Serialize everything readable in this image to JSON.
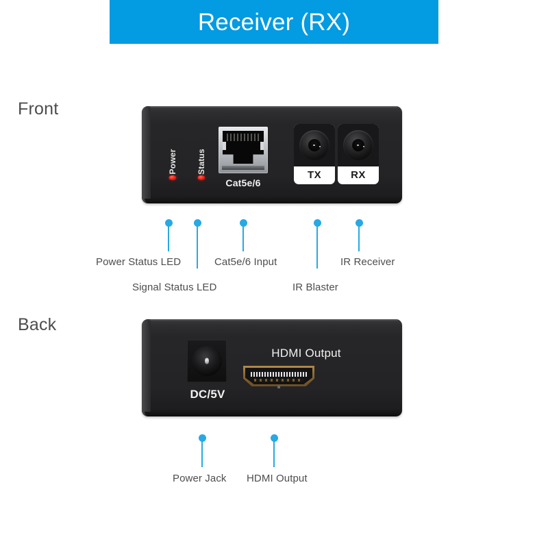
{
  "header": {
    "title": "Receiver (RX)",
    "banner_color": "#039BE2"
  },
  "accent_color": "#27A9E3",
  "sections": {
    "front_label": "Front",
    "back_label": "Back"
  },
  "front_panel": {
    "leds": [
      {
        "name": "power",
        "label": "Power",
        "color": "#f12418"
      },
      {
        "name": "status",
        "label": "Status",
        "color": "#f12418"
      }
    ],
    "rj45_caption": "Cat5e/6",
    "ir_jacks": [
      {
        "name": "tx",
        "label": "TX"
      },
      {
        "name": "rx",
        "label": "RX"
      }
    ]
  },
  "back_panel": {
    "dc_caption": "DC/5V",
    "hdmi_caption": "HDMI Output"
  },
  "front_callouts": [
    {
      "name": "power-status-led",
      "label": "Power Status LED"
    },
    {
      "name": "signal-status-led",
      "label": "Signal Status LED"
    },
    {
      "name": "cat5e-input",
      "label": "Cat5e/6 Input"
    },
    {
      "name": "ir-blaster",
      "label": "IR Blaster"
    },
    {
      "name": "ir-receiver",
      "label": "IR Receiver"
    }
  ],
  "back_callouts": [
    {
      "name": "power-jack",
      "label": "Power Jack"
    },
    {
      "name": "hdmi-output",
      "label": "HDMI Output"
    }
  ]
}
